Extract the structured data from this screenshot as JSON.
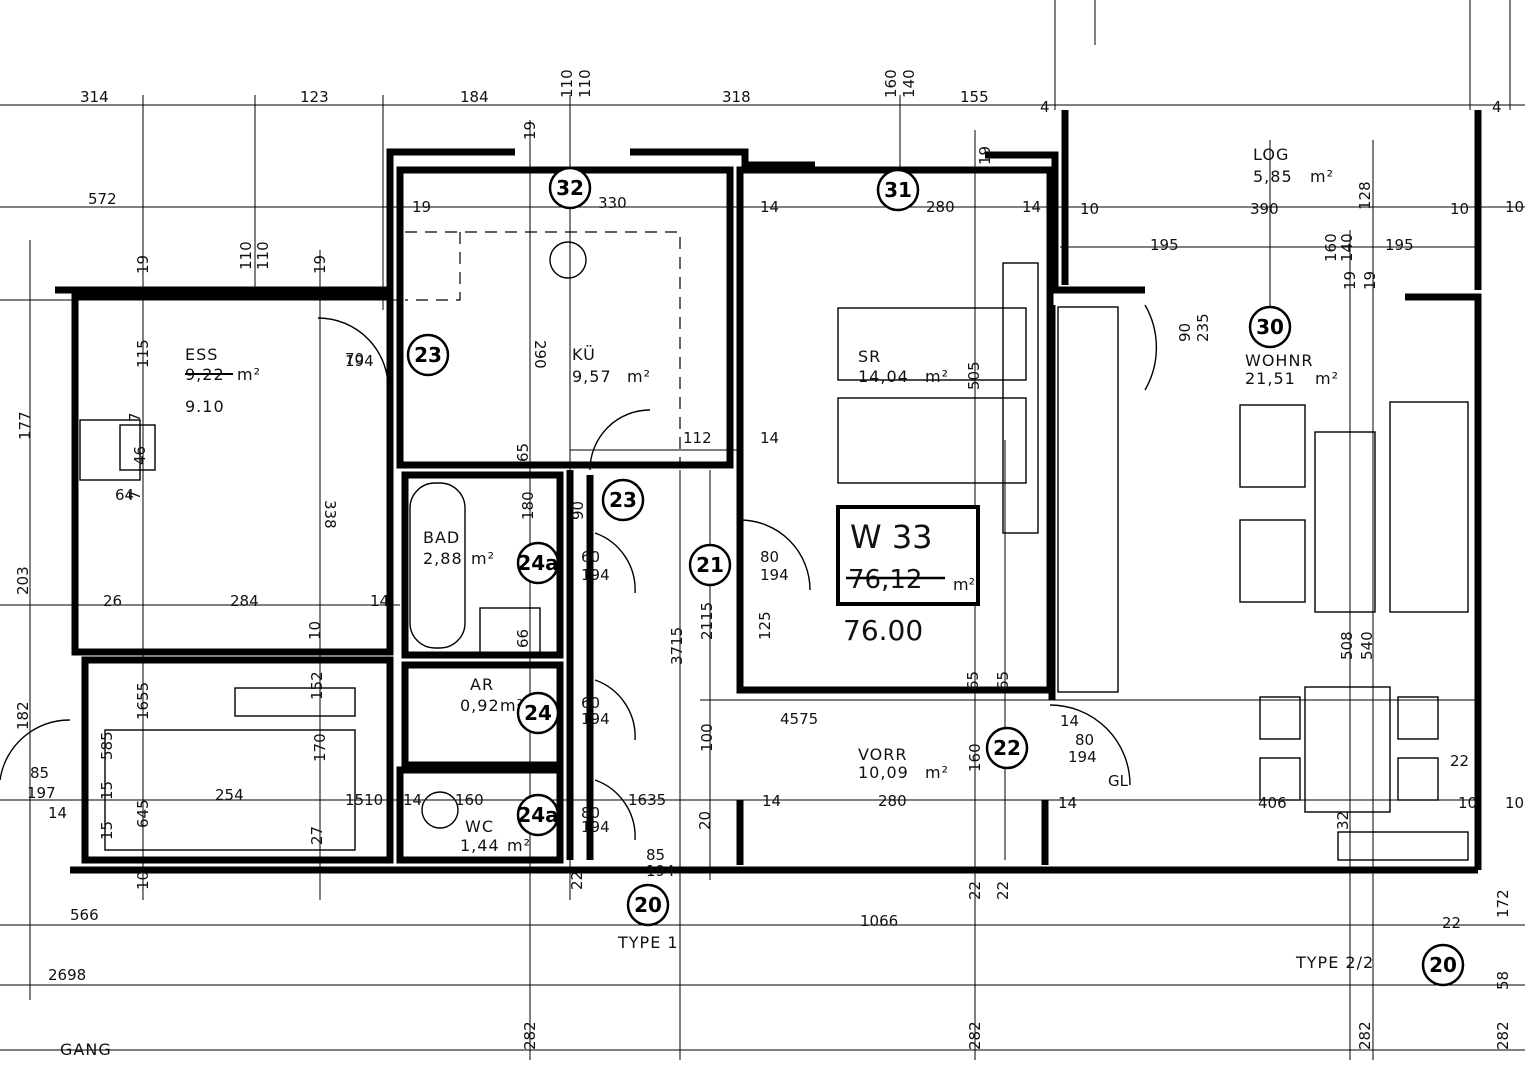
{
  "apartment": {
    "id": "W 33",
    "old_area": "76,12",
    "unit": "m²",
    "new_area": "76.00"
  },
  "rooms": {
    "ess": {
      "name": "ESS",
      "old_area": "9,22",
      "unit": "m²",
      "area": "9.10"
    },
    "kue": {
      "name": "KÜ",
      "area": "9,57",
      "unit": "m²"
    },
    "sr": {
      "name": "SR",
      "area": "14,04",
      "unit": "m²"
    },
    "wohnr": {
      "name": "WOHNR",
      "area": "21,51",
      "unit": "m²"
    },
    "log": {
      "name": "LOG",
      "area": "5,85",
      "unit": "m²"
    },
    "bad": {
      "name": "BAD",
      "area": "2,88",
      "unit": "m²"
    },
    "ar": {
      "name": "AR",
      "area": "0,92",
      "unit": "m²"
    },
    "wc": {
      "name": "WC",
      "area": "1,44",
      "unit": "m²"
    },
    "vorr": {
      "name": "VORR",
      "area": "10,09",
      "unit": "m²"
    }
  },
  "tags": {
    "t32": "32",
    "t31": "31",
    "t30": "30",
    "t23a": "23",
    "t23b": "23",
    "t24a1": "24a",
    "t24": "24",
    "t24a2": "24a",
    "t21": "21",
    "t22": "22",
    "t20a": "20",
    "t20b": "20"
  },
  "labels": {
    "type1": "TYPE 1",
    "type22": "TYPE 2/2",
    "gang": "GANG",
    "gl": "GL"
  },
  "dims": {
    "top_314": "314",
    "top_123": "123",
    "top_184": "184",
    "top_110a": "110",
    "top_110b": "110",
    "top_318": "318",
    "top_160": "160",
    "top_140": "140",
    "top_155": "155",
    "top_4a": "4",
    "top_4b": "4",
    "d572": "572",
    "d19a": "19",
    "d330": "330",
    "d14a": "14",
    "d280a": "280",
    "d14b": "14",
    "d10a": "10",
    "d390": "390",
    "d10b": "10",
    "d128": "128",
    "d195a": "195",
    "d195b": "195",
    "d160b": "160",
    "d140b": "140",
    "d110c": "110",
    "d110d": "110",
    "d19b": "19",
    "d19c": "19",
    "d19d": "19",
    "d19e": "19",
    "d19f": "19",
    "d290": "290",
    "d90": "90",
    "d235": "235",
    "d115": "115",
    "d177": "177",
    "d70a": "70",
    "d194a": "194",
    "d194b": "194",
    "d194c": "194",
    "d194d": "194",
    "d194e": "194",
    "d194f": "194",
    "d194g": "194",
    "d505": "505",
    "d46": "46",
    "d7a": "7",
    "d7b": "7",
    "d64a": "64",
    "d65a": "65",
    "d65b": "65",
    "d65c": "65",
    "d112": "112",
    "d14c": "14",
    "d338": "338",
    "d180": "180",
    "d90b": "90",
    "d60a": "60",
    "d60b": "60",
    "d80a": "80",
    "d80b": "80",
    "d80c": "80",
    "d284": "284",
    "d26": "26",
    "d14d": "14",
    "d10c": "10",
    "d2115": "2115",
    "d3715": "3715",
    "d125": "125",
    "d508": "508",
    "d540": "540",
    "d203": "203",
    "d182": "182",
    "d1655": "1655",
    "d152": "152",
    "d170": "170",
    "d4575": "4575",
    "d14e": "14",
    "d585": "585",
    "d100": "100",
    "d160c": "160",
    "d66": "66",
    "d15a": "15",
    "d85": "85",
    "d197": "197",
    "d254": "254",
    "d1510": "1510",
    "d14f": "14",
    "d160d": "160",
    "d1635": "1635",
    "d14g": "14",
    "d280b": "280",
    "d14h": "14",
    "d406": "406",
    "d10d": "10",
    "d22a": "22",
    "d14i": "14",
    "d15b": "15",
    "d645": "645",
    "d27": "27",
    "d20": "20",
    "d85b": "85",
    "d32": "32",
    "d566": "566",
    "d1066": "1066",
    "d22b": "22",
    "d22c": "22",
    "d22d": "22",
    "d22e": "22",
    "d10e": "10",
    "d172": "172",
    "d2698": "2698",
    "d282a": "282",
    "d282b": "282",
    "d282c": "282",
    "d282d": "282",
    "d58": "58",
    "d19g": "19",
    "d10f": "10",
    "d10g": "10"
  }
}
